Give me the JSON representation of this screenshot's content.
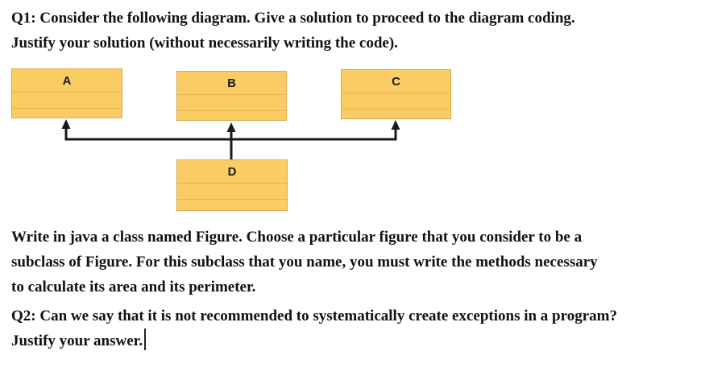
{
  "document": {
    "q1_paragraph": {
      "lines": [
        "Q1: Consider the following diagram. Give a solution to proceed to the diagram coding.",
        "Justify your solution (without necessarily writing the code)."
      ]
    },
    "figure_paragraph": {
      "lines": [
        "Write in java a class named Figure. Choose a particular figure that you consider to be a",
        "subclass of Figure. For this subclass that you name, you must write the methods necessary",
        "to calculate its area and its perimeter."
      ]
    },
    "q2_paragraph": {
      "lines": [
        "Q2: Can we say that it is not recommended to systematically create exceptions in a program?",
        "Justify your answer."
      ]
    },
    "caret_visible": true
  },
  "diagram": {
    "boxes": [
      {
        "label": "A"
      },
      {
        "label": "B"
      },
      {
        "label": "C"
      },
      {
        "label": "D"
      }
    ],
    "edges": [
      {
        "from": "D",
        "to": "A",
        "type": "arrow"
      },
      {
        "from": "D",
        "to": "B",
        "type": "arrow"
      },
      {
        "from": "D",
        "to": "C",
        "type": "arrow"
      }
    ],
    "colors": {
      "box_fill": "#FACC64",
      "box_border": "#DFA94E",
      "box_divider": "#E5B156",
      "arrow": "#1A1A1A"
    }
  }
}
